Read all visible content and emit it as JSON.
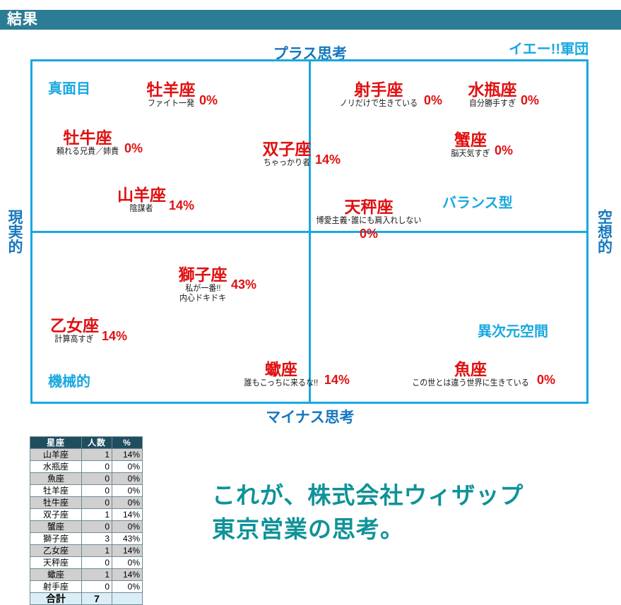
{
  "header": {
    "title": "結果",
    "bar_color": "#2B7C94"
  },
  "matrix": {
    "border_color": "#18A8E0",
    "axes": {
      "top": "プラス思考",
      "bottom": "マイナス思考",
      "left": "現実的",
      "right": "空想的"
    },
    "quadrant_labels": {
      "top_left": "真面目",
      "top_right": "イエー!!軍団",
      "center_right": "バランス型",
      "bottom_left": "機械的",
      "bottom_right": "異次元空間"
    },
    "signs": [
      {
        "name": "牡羊座",
        "desc": "ファイト一発",
        "pct": "0%"
      },
      {
        "name": "牡牛座",
        "desc": "頼れる兄貴／姉貴",
        "pct": "0%"
      },
      {
        "name": "山羊座",
        "desc": "陰謀者",
        "pct": "14%"
      },
      {
        "name": "双子座",
        "desc": "ちゃっかり者",
        "pct": "14%"
      },
      {
        "name": "射手座",
        "desc": "ノリだけで生きている",
        "pct": "0%"
      },
      {
        "name": "水瓶座",
        "desc": "自分勝手すぎ",
        "pct": "0%"
      },
      {
        "name": "蟹座",
        "desc": "脳天気すぎ",
        "pct": "0%"
      },
      {
        "name": "天秤座",
        "desc": "博愛主義･誰にも肩入れしない",
        "pct": "0%"
      },
      {
        "name": "獅子座",
        "desc": "私が一番!!",
        "desc2": "内心ドキドキ",
        "pct": "43%"
      },
      {
        "name": "乙女座",
        "desc": "計算高すぎ",
        "pct": "14%"
      },
      {
        "name": "蠍座",
        "desc": "誰もこっちに来るな!!",
        "pct": "14%"
      },
      {
        "name": "魚座",
        "desc": "この世とは違う世界に生きている",
        "pct": "0%"
      }
    ]
  },
  "table": {
    "headers": [
      "星座",
      "人数",
      "%"
    ],
    "rows": [
      {
        "sign": "山羊座",
        "count": "1",
        "pct": "14%"
      },
      {
        "sign": "水瓶座",
        "count": "0",
        "pct": "0%"
      },
      {
        "sign": "魚座",
        "count": "0",
        "pct": "0%"
      },
      {
        "sign": "牡羊座",
        "count": "0",
        "pct": "0%"
      },
      {
        "sign": "牡牛座",
        "count": "0",
        "pct": "0%"
      },
      {
        "sign": "双子座",
        "count": "1",
        "pct": "14%"
      },
      {
        "sign": "蟹座",
        "count": "0",
        "pct": "0%"
      },
      {
        "sign": "獅子座",
        "count": "3",
        "pct": "43%"
      },
      {
        "sign": "乙女座",
        "count": "1",
        "pct": "14%"
      },
      {
        "sign": "天秤座",
        "count": "0",
        "pct": "0%"
      },
      {
        "sign": "蠍座",
        "count": "1",
        "pct": "14%"
      },
      {
        "sign": "射手座",
        "count": "0",
        "pct": "0%"
      }
    ],
    "total": {
      "sign": "合計",
      "count": "7",
      "pct": ""
    }
  },
  "tagline": {
    "line1": "これが、株式会社ウィザップ",
    "line2": "東京営業の思考。",
    "color": "#0F9298"
  },
  "chart_data": {
    "type": "scatter",
    "title": "結果",
    "xlabel": "現実的 ←→ 空想的",
    "ylabel": "マイナス思考 ←→ プラス思考",
    "x_axis_ends": [
      "現実的",
      "空想的"
    ],
    "y_axis_ends": [
      "マイナス思考",
      "プラス思考"
    ],
    "quadrants": [
      "真面目",
      "イエー!!軍団",
      "機械的",
      "異次元空間",
      "バランス型"
    ],
    "categories": [
      "山羊座",
      "水瓶座",
      "魚座",
      "牡羊座",
      "牡牛座",
      "双子座",
      "蟹座",
      "獅子座",
      "乙女座",
      "天秤座",
      "蠍座",
      "射手座"
    ],
    "values": [
      14,
      0,
      0,
      0,
      0,
      14,
      0,
      43,
      14,
      0,
      14,
      0
    ],
    "counts": [
      1,
      0,
      0,
      0,
      0,
      1,
      0,
      3,
      1,
      0,
      1,
      0
    ],
    "total_count": 7,
    "unit": "%"
  }
}
